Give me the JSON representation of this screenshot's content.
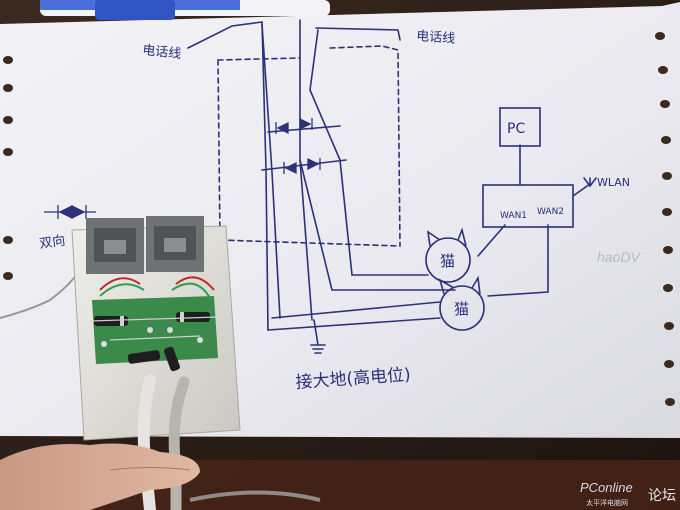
{
  "diagram": {
    "label_phone_line_left": "电话线",
    "label_phone_line_right": "电话线",
    "label_pc": "PC",
    "label_wlan": "WLAN",
    "label_wan1": "WAN1",
    "label_wan2": "WAN2",
    "label_modem_top": "猫",
    "label_modem_bottom": "猫",
    "label_diode_legend": "双向",
    "label_ground": "接大地(高电位)"
  },
  "watermarks": {
    "haodv": "haoDV",
    "pconline": "PConline",
    "pconline_sub": "太平洋电脑网",
    "forum": "论坛"
  }
}
